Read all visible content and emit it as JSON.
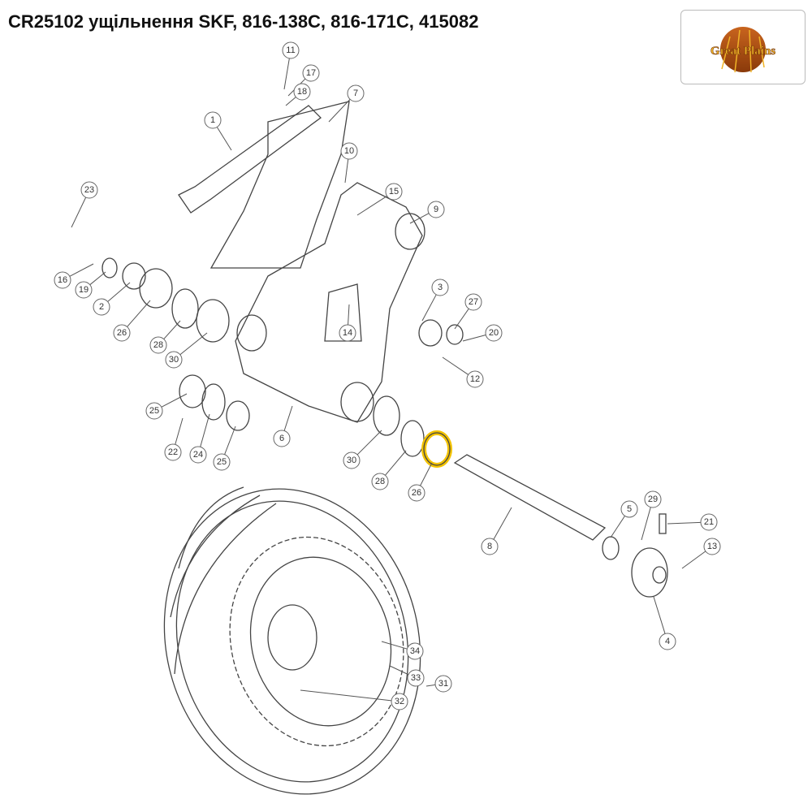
{
  "title": "CR25102 ущільнення SKF, 816-138C, 816-171C, 415082",
  "logo": {
    "text": "Great Plains",
    "colors": [
      "#c8641e",
      "#f0b428"
    ]
  },
  "highlight_color": "#f2c200",
  "highlighted_part": "26",
  "callouts": [
    "11",
    "17",
    "18",
    "7",
    "1",
    "10",
    "15",
    "9",
    "23",
    "16",
    "19",
    "2",
    "3",
    "27",
    "20",
    "26",
    "28",
    "14",
    "30",
    "12",
    "25",
    "6",
    "22",
    "24",
    "25",
    "30",
    "28",
    "26",
    "8",
    "5",
    "29",
    "21",
    "13",
    "4",
    "34",
    "33",
    "31",
    "32"
  ]
}
